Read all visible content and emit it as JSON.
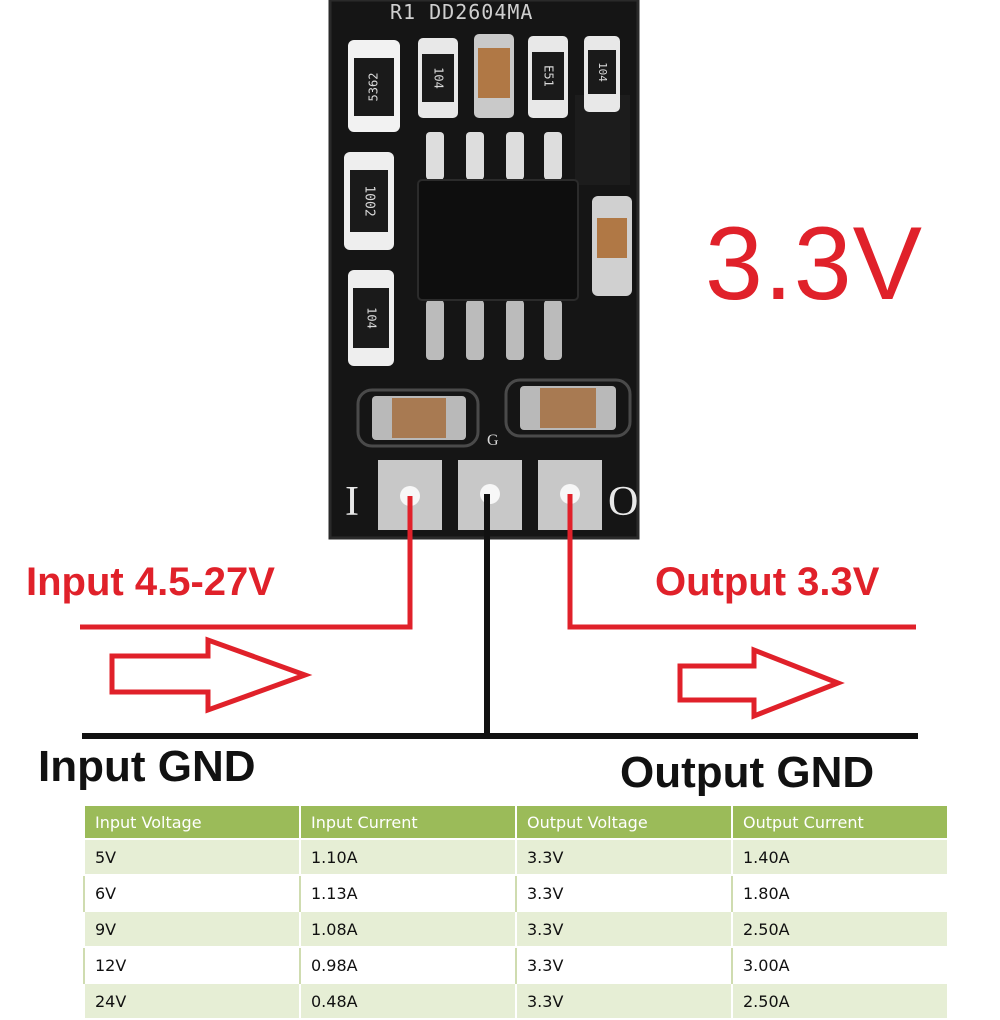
{
  "title_voltage": "3.3V",
  "input_label": "Input 4.5-27V",
  "output_label": "Output 3.3V",
  "input_gnd_label": "Input GND",
  "output_gnd_label": "Output GND",
  "pin_labels": {
    "input": "I",
    "ground": "G",
    "output": "O"
  },
  "board_silkscreen": "R1 DD2604MA",
  "component_markings": [
    "5362",
    "104",
    "E51",
    "104",
    "1002",
    "104"
  ],
  "colors": {
    "accent_red": "#e0212a",
    "board": "#111111",
    "table_header": "#9bbb59",
    "table_band": "#e6eed5"
  },
  "table": {
    "headers": [
      "Input    Voltage",
      "Input    Current",
      "Output    Voltage",
      "Output    Current"
    ],
    "rows": [
      [
        "5V",
        "1.10A",
        "3.3V",
        "1.40A"
      ],
      [
        "6V",
        "1.13A",
        "3.3V",
        "1.80A"
      ],
      [
        "9V",
        "1.08A",
        "3.3V",
        "2.50A"
      ],
      [
        "12V",
        "0.98A",
        "3.3V",
        "3.00A"
      ],
      [
        "24V",
        "0.48A",
        "3.3V",
        "2.50A"
      ]
    ]
  }
}
